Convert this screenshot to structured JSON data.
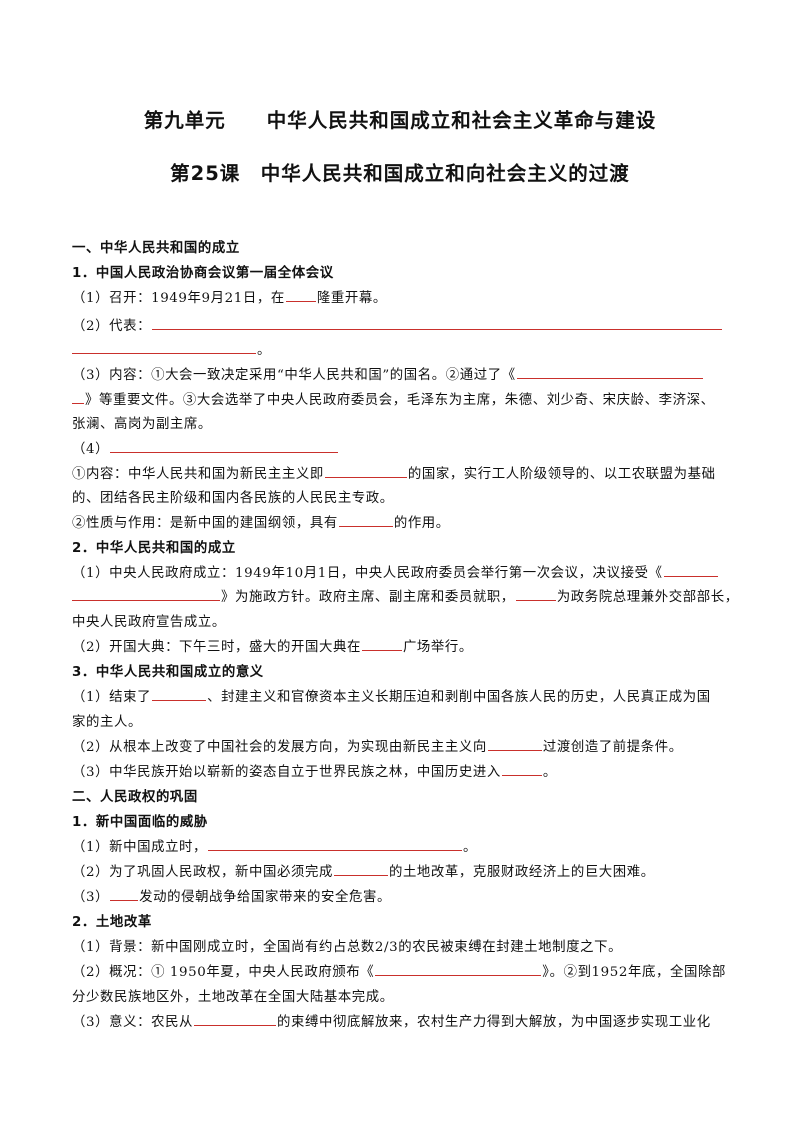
{
  "titles": {
    "unit": "第九单元　　中华人民共和国成立和社会主义革命与建设",
    "lesson": "第25课　中华人民共和国成立和向社会主义的过渡"
  },
  "section1": {
    "heading": "一、中华人民共和国的成立",
    "sub1": {
      "heading": "1．中国人民政治协商会议第一届全体会议",
      "p1_a": "（1）召开：1949年9月21日，在",
      "p1_b": "隆重开幕。",
      "p2_a": "（2）代表：",
      "p2_b": "。",
      "p3_l1": "（3）内容：①大会一致决定采用“中华人民共和国”的国名。②通过了《",
      "p3_l2": "》等重要文件。③大会选举了中央人民政府委员会，毛泽东为主席，朱德、刘少奇、宋庆龄、李济深、",
      "p3_l3": "张澜、高岗为副主席。",
      "p4": "（4）",
      "c1_a": "①内容：中华人民共和国为新民主主义即",
      "c1_b": "的国家，实行工人阶级领导的、以工农联盟为基础",
      "c1_l2": "的、团结各民主阶级和国内各民族的人民民主专政。",
      "c2_a": "②性质与作用：是新中国的建国纲领，具有",
      "c2_b": "的作用。"
    },
    "sub2": {
      "heading": "2．中华人民共和国的成立",
      "p1_l1": "（1）中央人民政府成立：1949年10月1日，中央人民政府委员会举行第一次会议，决议接受《",
      "p1_l2a": "》为施政方针。政府主席、副主席和委员就职，",
      "p1_l2b": "为政务院总理兼外交部部长，",
      "p1_l3": "中央人民政府宣告成立。",
      "p2_a": "（2）开国大典：下午三时，盛大的开国大典在",
      "p2_b": "广场举行。"
    },
    "sub3": {
      "heading": "3．中华人民共和国成立的意义",
      "p1_a": "（1）结束了",
      "p1_b": "、封建主义和官僚资本主义长期压迫和剥削中国各族人民的历史，人民真正成为国",
      "p1_l2": "家的主人。",
      "p2_a": "（2）从根本上改变了中国社会的发展方向，为实现由新民主主义向",
      "p2_b": "过渡创造了前提条件。",
      "p3_a": "（3）中华民族开始以崭新的姿态自立于世界民族之林，中国历史进入",
      "p3_b": "。"
    }
  },
  "section2": {
    "heading": "二、人民政权的巩固",
    "sub1": {
      "heading": "1．新中国面临的威胁",
      "p1_a": "（1）新中国成立时，",
      "p1_b": "。",
      "p2_a": "（2）为了巩固人民政权，新中国必须完成",
      "p2_b": "的土地改革，克服财政经济上的巨大困难。",
      "p3_a": "（3）",
      "p3_b": "发动的侵朝战争给国家带来的安全危害。"
    },
    "sub2": {
      "heading": "2．土地改革",
      "p1": "（1）背景：新中国刚成立时，全国尚有约占总数2/3的农民被束缚在封建土地制度之下。",
      "p2_a": "（2）概况：① 1950年夏，中央人民政府颁布《",
      "p2_b": "》。②到1952年底，全国除部",
      "p2_l2": "分少数民族地区外，土地改革在全国大陆基本完成。",
      "p3_a": "（3）意义：农民从",
      "p3_b": "的束缚中彻底解放来，农村生产力得到大解放，为中国逐步实现工业化"
    }
  }
}
